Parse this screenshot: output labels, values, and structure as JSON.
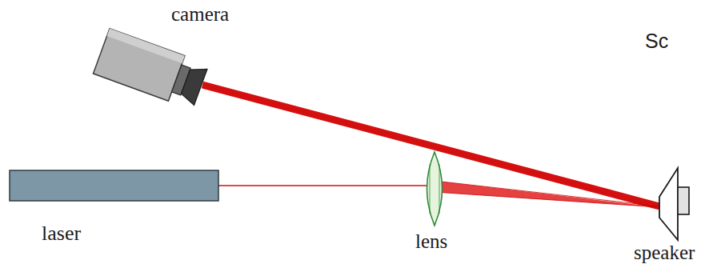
{
  "diagram": {
    "labels": [
      "camera",
      "Sc",
      "laser",
      "lens",
      "speaker"
    ]
  }
}
